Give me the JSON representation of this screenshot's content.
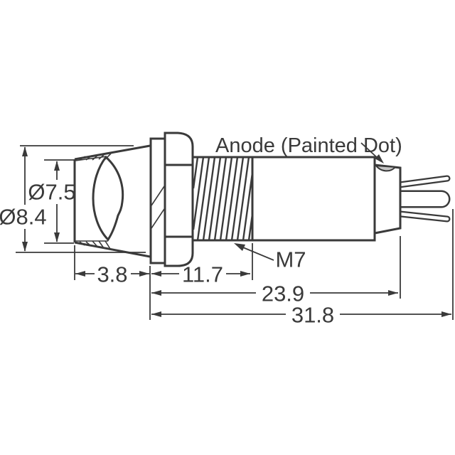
{
  "drawing": {
    "colors": {
      "line": "#3a3a3a",
      "background": "#ffffff",
      "painted_dot_fill": "#c4c4c4"
    },
    "labels": {
      "anode_note": "Anode (Painted Dot)",
      "thread_spec": "M7",
      "lens_diameter": "Ø7.5",
      "bezel_diameter": "Ø8.4",
      "bezel_depth": "3.8",
      "thread_length": "11.7",
      "body_length": "23.9",
      "overall_length": "31.8"
    }
  }
}
